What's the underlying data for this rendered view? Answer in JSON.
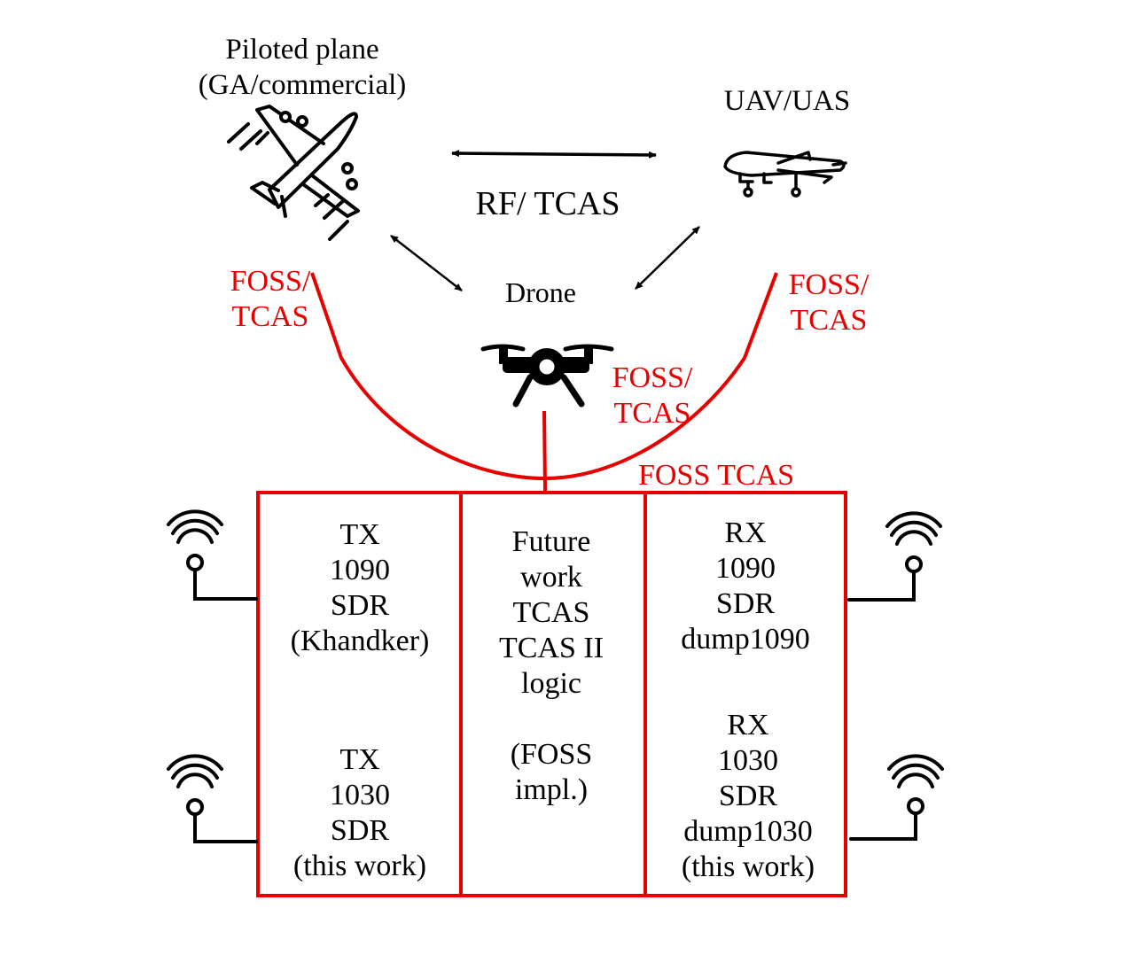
{
  "nodes": {
    "piloted_plane": {
      "line1": "Piloted plane",
      "line2": "(GA/commercial)",
      "icon": "airplane-icon"
    },
    "uav": {
      "label": "UAV/UAS",
      "icon": "uav-icon"
    },
    "drone": {
      "label": "Drone",
      "icon": "quadcopter-drone-icon"
    }
  },
  "links": {
    "rf_tcas": "RF/ TCAS",
    "foss_left": [
      "FOSS/",
      "TCAS"
    ],
    "foss_right": [
      "FOSS/",
      "TCAS"
    ],
    "foss_drone": [
      "FOSS/",
      "TCAS"
    ],
    "foss_tcas_box": "FOSS TCAS"
  },
  "boxes": {
    "tx_1090": [
      "TX",
      "1090",
      "SDR",
      "(Khandker)"
    ],
    "tx_1030": [
      "TX",
      "1030",
      "SDR",
      "(this work)"
    ],
    "future": [
      "Future",
      "work",
      "TCAS",
      "TCAS II",
      "logic",
      "",
      "(FOSS",
      "impl.)"
    ],
    "rx_1090": [
      "RX",
      "1090",
      "SDR",
      "dump1090"
    ],
    "rx_1030": [
      "RX",
      "1030",
      "SDR",
      "dump1030",
      "(this work)"
    ]
  },
  "colors": {
    "accent": "#e60000",
    "ink": "#000000"
  }
}
